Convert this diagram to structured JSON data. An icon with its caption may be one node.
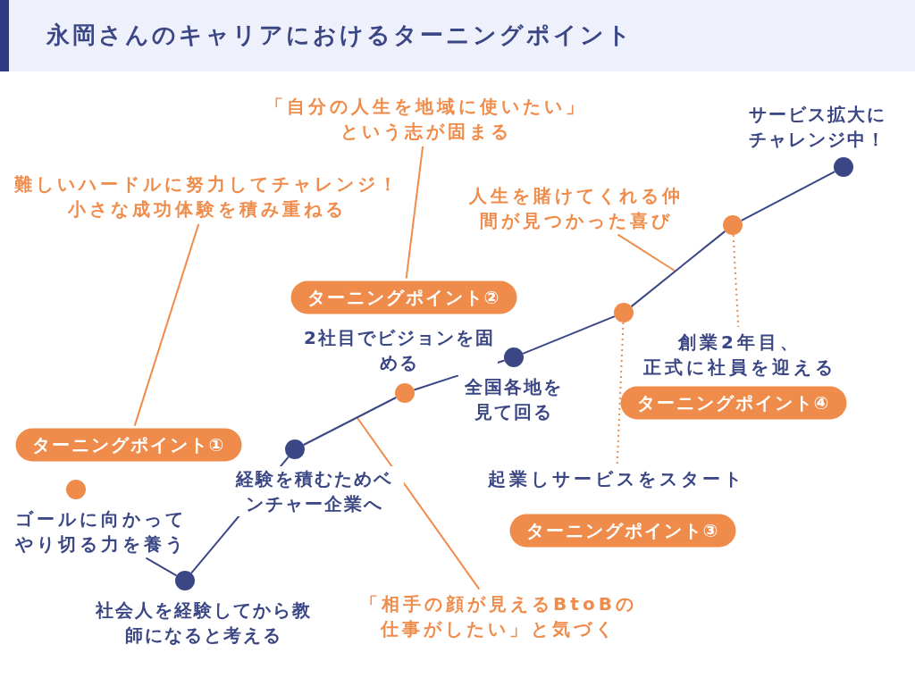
{
  "diagram": {
    "title": "永岡さんのキャリアにおけるターニングポイント",
    "nodes": [
      {
        "text": [
          "難しいハードルに努力してチャレンジ！小さな成功体験を積み重ねる"
        ]
      },
      {
        "text": [
          "「自分の人生を地域に使いたい」という志が固まる"
        ]
      },
      {
        "text": [
          "人生を賭けてくれる仲間が見つかった喜び"
        ]
      },
      {
        "text": [
          "ターニングポイント②"
        ]
      },
      {
        "text": [
          "ターニングポイント①"
        ]
      },
      {
        "text": [
          "創業2年目、正式に社員を迎える"
        ]
      },
      {
        "text": [
          "ターニングポイント④"
        ]
      },
      {
        "text": [
          "起業しサービスをスタート"
        ]
      },
      {
        "text": [
          "ターニングポイント③"
        ]
      },
      {
        "text": [
          "「相手の顔が見えるBtoBの仕事がしたい」と気づく"
        ]
      },
      {
        "text": [
          "ゴールに向かってやり切る力を養う"
        ]
      },
      {
        "text": [],
        "shape": "circle"
      },
      {
        "text": [],
        "shape": "circle",
        "beside": [
          "社会人を経験してから教師になると考える"
        ]
      },
      {
        "text": [],
        "shape": "circle",
        "beside": [
          "経験を積むためベンチャー企業へ"
        ]
      },
      {
        "text": [],
        "shape": "circle",
        "beside": [
          "2社目でビジョンを固める"
        ]
      },
      {
        "text": [],
        "shape": "circle",
        "beside": [
          "全国各地を見て回る"
        ]
      },
      {
        "text": [],
        "shape": "circle"
      },
      {
        "text": [],
        "shape": "circle"
      },
      {
        "text": [],
        "shape": "circle",
        "beside": [
          "サービス拡大にチャレンジ中！"
        ]
      }
    ],
    "edges": [
      {
        "from": 0,
        "to": 4,
        "arrow": "none",
        "color": "#f08c4b"
      },
      {
        "from": 1,
        "to": 3,
        "arrow": "none",
        "color": "#f08c4b"
      },
      {
        "from": 2,
        "to": null,
        "arrow": "none",
        "color": "#f08c4b"
      },
      {
        "from": 9,
        "to": null,
        "arrow": "none",
        "color": "#f08c4b"
      },
      {
        "from": 10,
        "to": 12,
        "arrow": "none"
      },
      {
        "from": 12,
        "to": 13,
        "arrow": "none"
      },
      {
        "from": 13,
        "to": 14,
        "arrow": "none"
      },
      {
        "from": 14,
        "to": 15,
        "arrow": "none"
      },
      {
        "from": 15,
        "to": 16,
        "arrow": "none"
      },
      {
        "from": 16,
        "to": 17,
        "arrow": "none"
      },
      {
        "from": 17,
        "to": 18,
        "arrow": "none"
      },
      {
        "from": 16,
        "to": 7,
        "arrow": "none",
        "style": "dashed",
        "color": "#f08c4b"
      },
      {
        "from": 17,
        "to": 5,
        "arrow": "none",
        "style": "dashed",
        "color": "#f08c4b"
      }
    ]
  }
}
